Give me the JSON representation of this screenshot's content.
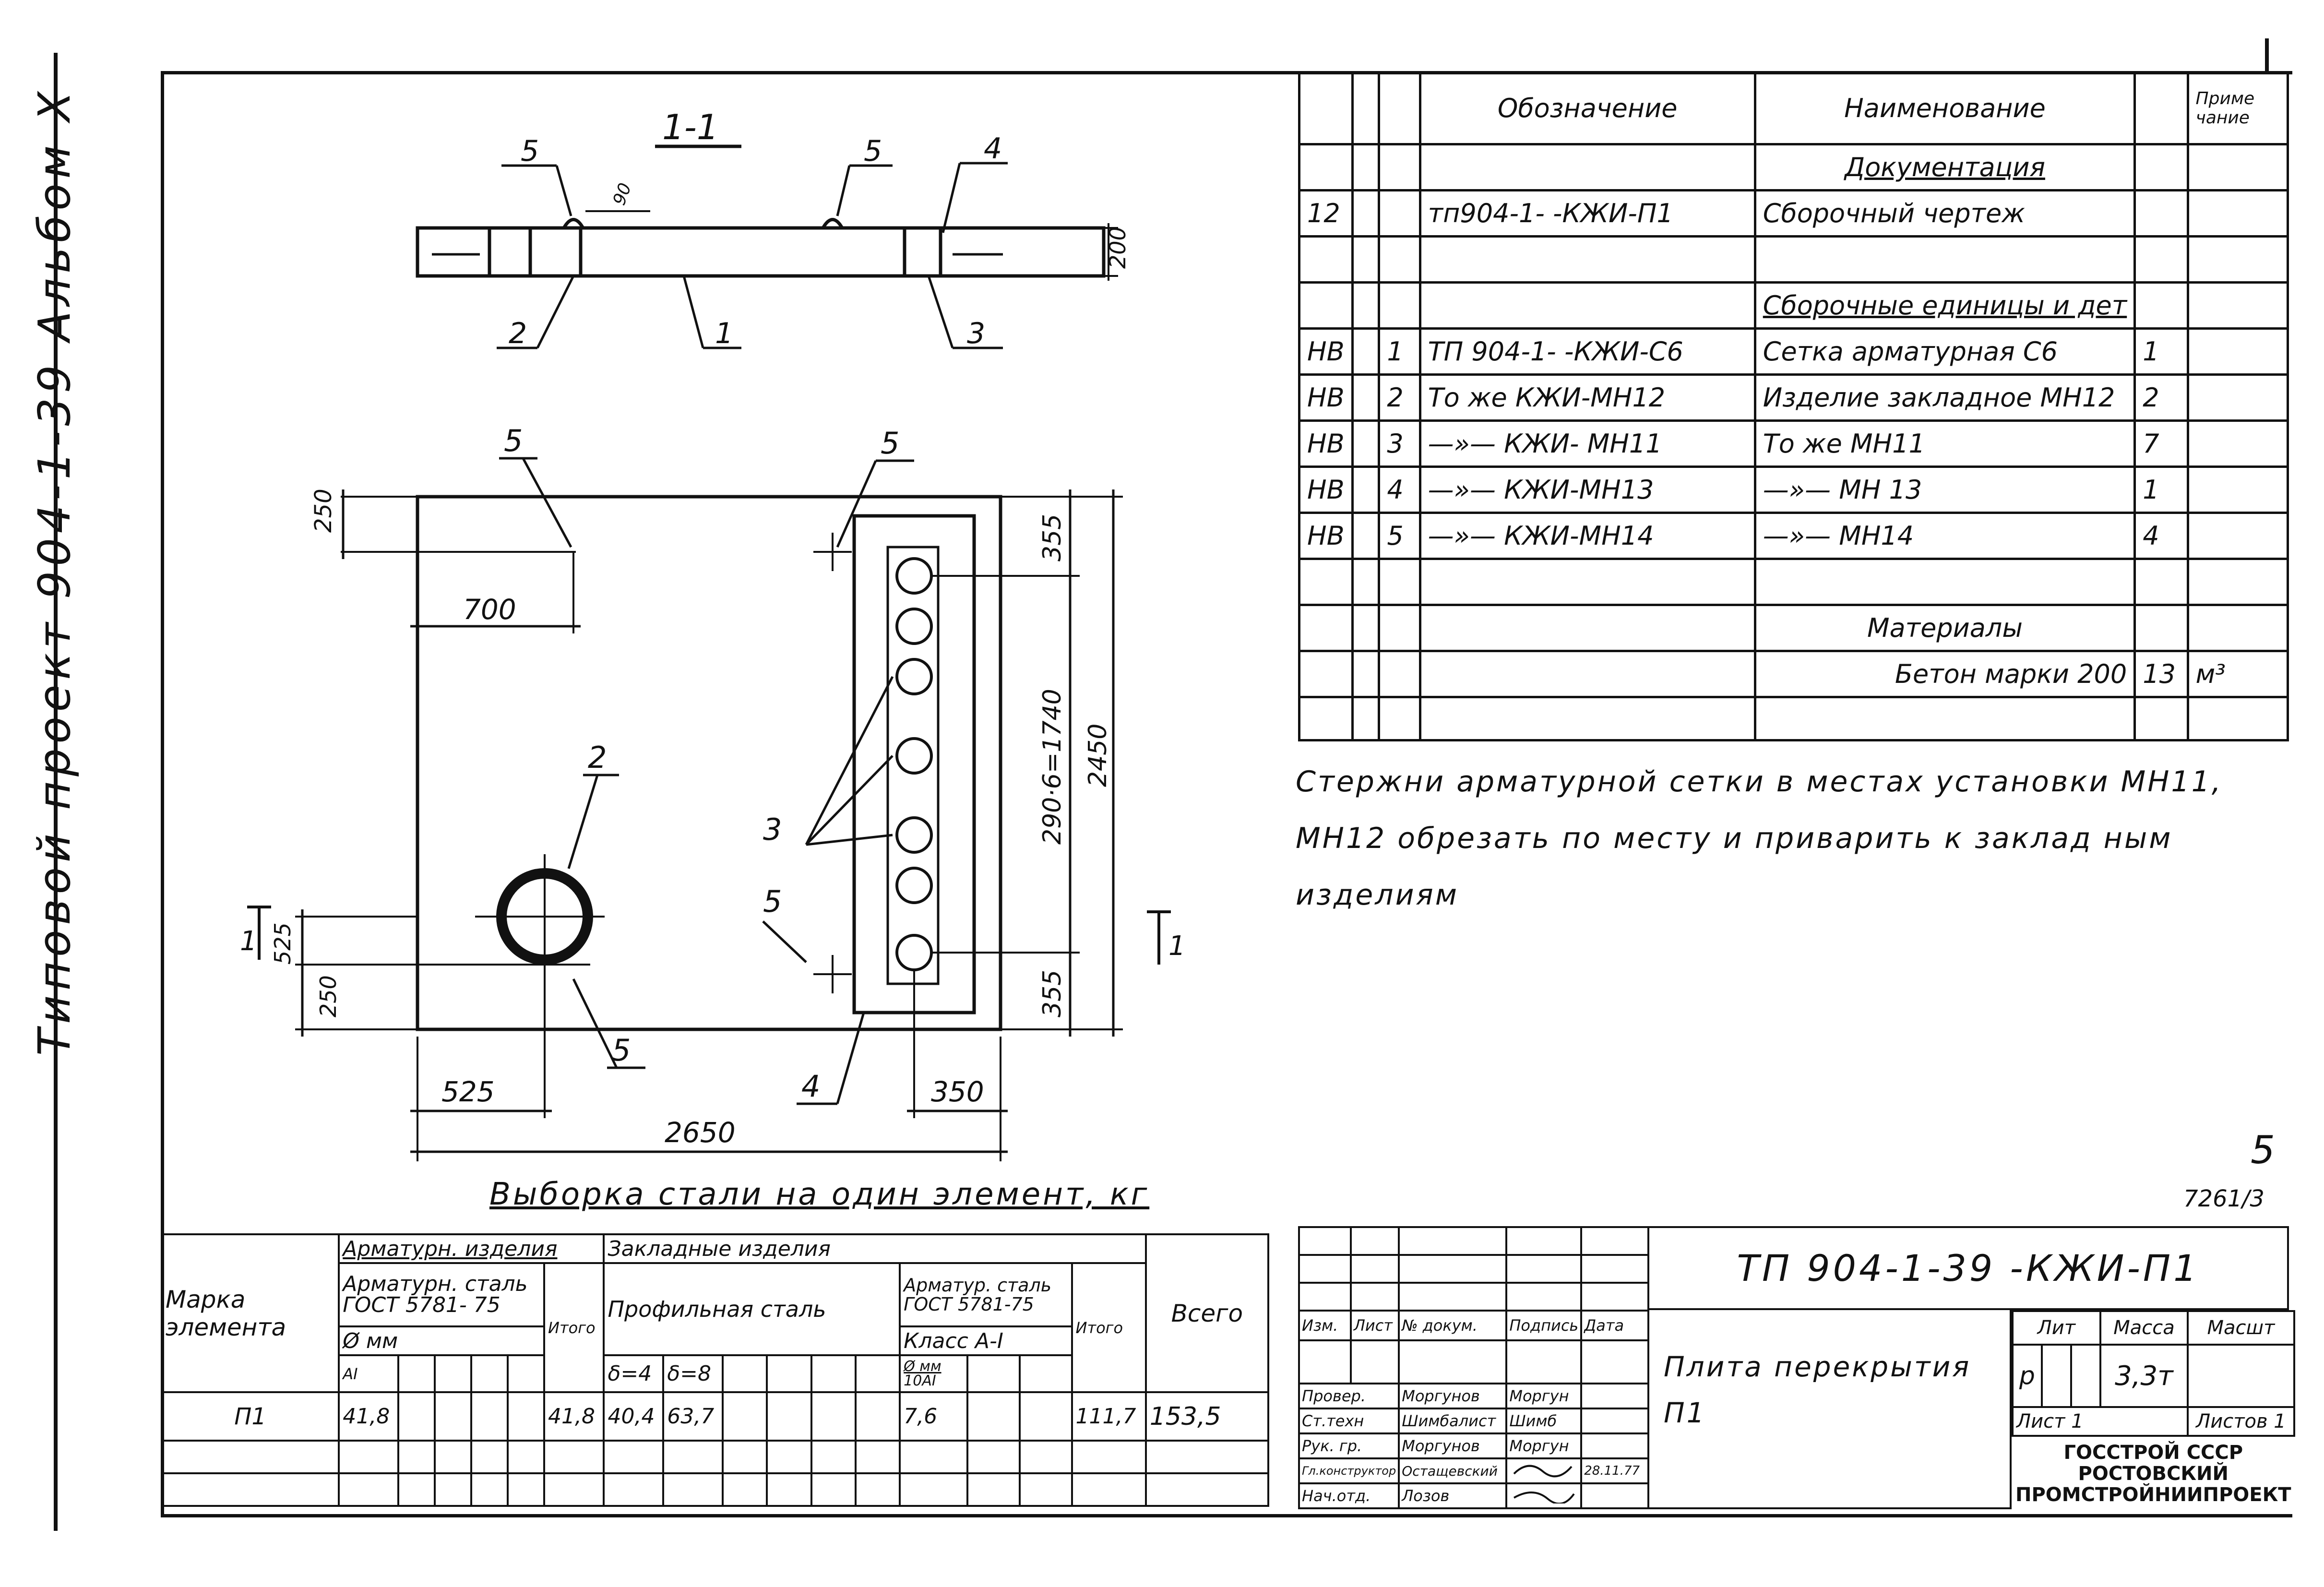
{
  "side_title": "Типовой проект 904-1-39   Альбом X",
  "section": {
    "title": "1-1",
    "dim_height": "200",
    "dim_small": "90",
    "callouts": [
      "5",
      "5",
      "4",
      "2",
      "1",
      "3"
    ]
  },
  "plan": {
    "dims": {
      "top_offset": "250",
      "left_offset": "700",
      "right_top": "355",
      "right_mid": "290·6=1740",
      "right_bottom": "355",
      "overall_height": "2450",
      "left_lower": "525",
      "left_bottom": "250",
      "bottom_left": "525",
      "bottom_right": "350",
      "overall_width": "2650"
    },
    "callouts": [
      "5",
      "5",
      "2",
      "3",
      "5",
      "5",
      "4"
    ],
    "section_mark": "1"
  },
  "spec": {
    "headers": [
      "Обозначение",
      "Наименование",
      "Приме чание"
    ],
    "sections": {
      "docs": "Документация",
      "assembly": "Сборочные единицы и дет",
      "materials": "Материалы"
    },
    "rows": [
      {
        "format": "12",
        "pos": "",
        "designation": "тп904-1-   -КЖИ-П1",
        "name": "Сборочный чертеж",
        "qty": "",
        "note": ""
      },
      {
        "format": "НВ",
        "pos": "1",
        "designation": "ТП 904-1-    -КЖИ-С6",
        "name": "Сетка арматурная С6",
        "qty": "1",
        "note": ""
      },
      {
        "format": "НВ",
        "pos": "2",
        "designation": "То же       КЖИ-МН12",
        "name": "Изделие закладное МН12",
        "qty": "2",
        "note": ""
      },
      {
        "format": "НВ",
        "pos": "3",
        "designation": "—»—       КЖИ- МН11",
        "name": "То же          МН11",
        "qty": "7",
        "note": ""
      },
      {
        "format": "НВ",
        "pos": "4",
        "designation": "—»—       КЖИ-МН13",
        "name": "—»—        МН 13",
        "qty": "1",
        "note": ""
      },
      {
        "format": "НВ",
        "pos": "5",
        "designation": "—»—       КЖИ-МН14",
        "name": "—»—        МН14",
        "qty": "4",
        "note": ""
      },
      {
        "format": "",
        "pos": "",
        "designation": "",
        "name": "Бетон марки 200",
        "qty": "13",
        "note": "м³"
      }
    ]
  },
  "note": "Стержни арматурной сетки в местах установки МН11, МН12 обрезать по месту и приварить к заклад ным изделиям",
  "sheet_marks": {
    "page": "5",
    "code": "7261/3"
  },
  "steel_table": {
    "title": "Выборка стали на один элемент, кг",
    "h_mark": "Марка элемента",
    "h_armatur": "Арматурн. изделия",
    "h_armatur_steel": "Арматурн. сталь ГОСТ 5781- 75",
    "h_dmm": "Ø мм",
    "h_a1": "АI",
    "h_itogo": "Итого",
    "h_embedded": "Закладные изделия",
    "h_profile": "Профильная сталь",
    "h_d4": "δ=4",
    "h_d8": "δ=8",
    "h_armstal": "Арматур. сталь ГОСТ 5781-75",
    "h_klass": "Класс А-I",
    "h_dmm2": "Ø мм",
    "h_10ai": "10АI",
    "h_total": "Всего",
    "row": {
      "mark": "П1",
      "a1": "41,8",
      "itogo1": "41,8",
      "d4": "40,4",
      "d8": "63,7",
      "ai10": "7,6",
      "itogo2": "111,7",
      "total": "153,5"
    }
  },
  "stamp": {
    "code": "ТП 904-1-39 -КЖИ-П1",
    "cols": [
      "Изм.",
      "Лист",
      "№ докум.",
      "Подпись",
      "Дата"
    ],
    "people": [
      {
        "role": "Провер.",
        "name": "Моргунов",
        "sign": "Моргун",
        "date": ""
      },
      {
        "role": "Ст.техн",
        "name": "Шимбалист",
        "sign": "Шимб",
        "date": ""
      },
      {
        "role": "Рук. гр.",
        "name": "Моргунов",
        "sign": "Моргун",
        "date": ""
      },
      {
        "role": "Гл.конструктор",
        "name": "Остащевский",
        "sign": "",
        "date": "28.11.77"
      },
      {
        "role": "Нач.отд.",
        "name": "Лозов",
        "sign": "",
        "date": ""
      }
    ],
    "title": "Плита перекрытия П1",
    "lit_h": "Лит",
    "mass_h": "Масса",
    "scale_h": "Масшт",
    "lit": "р",
    "mass": "3,3т",
    "sheet": "Лист 1",
    "sheets": "Листов 1",
    "org": "ГОССТРОЙ СССР РОСТОВСКИЙ ПРОМСТРОЙНИИПРОЕКТ"
  }
}
